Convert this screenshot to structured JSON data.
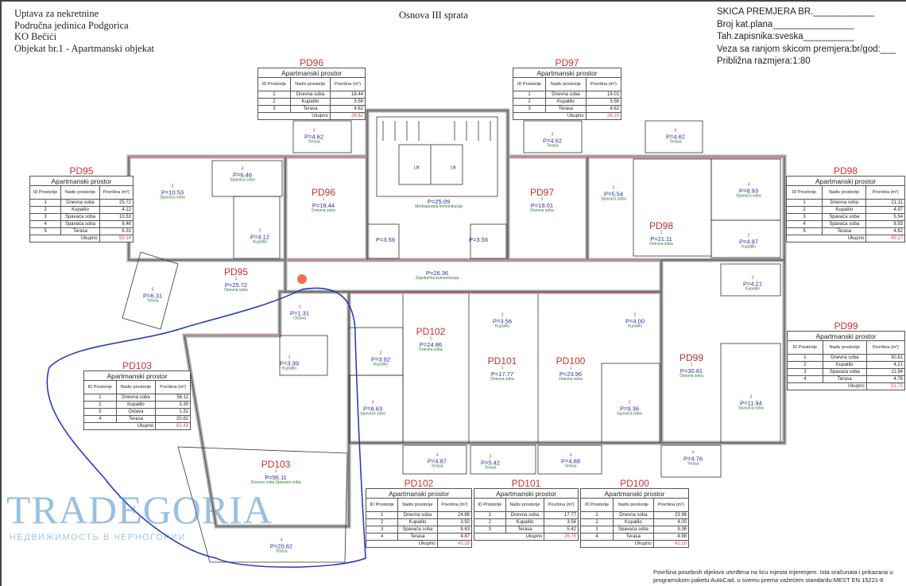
{
  "header_left": [
    "Uptava za nekretnine",
    "Područna jedinica Podgorica",
    "KO Bečići",
    "Objekat br.1 - Apartmanski objekat"
  ],
  "header_center": "Osnova III sprata",
  "header_right": [
    "SKICA PREMJERA BR.____________",
    "Broj kat.plana________________",
    "Tah.zapisnika:sveska__________",
    "Veza sa ranjom skicom premjera:br/god:___",
    "Približna razmjera:1:80"
  ],
  "table_labels": {
    "subtitle": "Apartmanski prostor",
    "col_id": "ID Prostorije",
    "col_name": "Nadiv prostorije",
    "col_area": "Površina (m²)",
    "total": "Ukupno"
  },
  "tables": [
    {
      "title": "PD95",
      "rows": [
        [
          "1",
          "Dnevna soba",
          "25.72"
        ],
        [
          "2",
          "Kupatilo",
          "4.12"
        ],
        [
          "3",
          "Spavaća soba",
          "10.53"
        ],
        [
          "4",
          "Spavaća soba",
          "6.46"
        ],
        [
          "5",
          "Terasa",
          "6.31"
        ]
      ],
      "total": "53.14"
    },
    {
      "title": "PD96",
      "rows": [
        [
          "1",
          "Dnevna soba",
          "18.44"
        ],
        [
          "2",
          "Kupatilo",
          "3.56"
        ],
        [
          "3",
          "Terasa",
          "4.62"
        ]
      ],
      "total": "26.62"
    },
    {
      "title": "PD97",
      "rows": [
        [
          "1",
          "Dnevna soba",
          "18.01"
        ],
        [
          "2",
          "Kupatilo",
          "3.56"
        ],
        [
          "3",
          "Terasa",
          "4.62"
        ]
      ],
      "total": "26.19"
    },
    {
      "title": "PD98",
      "rows": [
        [
          "1",
          "Dnevna soba",
          "21.11"
        ],
        [
          "2",
          "Kupatilo",
          "4.97"
        ],
        [
          "3",
          "Spavaća soba",
          "5.54"
        ],
        [
          "4",
          "Spavaća soba",
          "8.93"
        ],
        [
          "5",
          "Terasa",
          "4.62"
        ]
      ],
      "total": "45.17"
    },
    {
      "title": "PD99",
      "rows": [
        [
          "1",
          "Dnevna soba",
          "30.81"
        ],
        [
          "2",
          "Kupatilo",
          "4.21"
        ],
        [
          "3",
          "Spavaća soba",
          "11.94"
        ],
        [
          "4",
          "Terasa",
          "4.76"
        ]
      ],
      "total": "51.72"
    },
    {
      "title": "PD103",
      "rows": [
        [
          "1",
          "Dnevna soba",
          "56.11"
        ],
        [
          "2",
          "Kupatilo",
          "3.39"
        ],
        [
          "3",
          "Ostava",
          "1.31"
        ],
        [
          "4",
          "Terasa",
          "20.62"
        ]
      ],
      "total": "81.43"
    },
    {
      "title": "PD102",
      "rows": [
        [
          "1",
          "Dnevna soba",
          "24.86"
        ],
        [
          "2",
          "Kupatilo",
          "3.92"
        ],
        [
          "3",
          "Spavaća soba",
          "8.63"
        ],
        [
          "4",
          "Terasa",
          "4.87"
        ]
      ],
      "total": "42.28"
    },
    {
      "title": "PD101",
      "rows": [
        [
          "1",
          "Dnevna soba",
          "17.77"
        ],
        [
          "2",
          "Kupatilo",
          "3.56"
        ],
        [
          "3",
          "Terasa",
          "5.42"
        ]
      ],
      "total": "26.75"
    },
    {
      "title": "PD100",
      "rows": [
        [
          "1",
          "Dnevna soba",
          "23.96"
        ],
        [
          "2",
          "Kupatilo",
          "4.00"
        ],
        [
          "3",
          "Spavaća soba",
          "9.36"
        ],
        [
          "4",
          "Terasa",
          "4.88"
        ]
      ],
      "total": "42.20"
    }
  ],
  "rooms": [
    {
      "apt": "PD96",
      "num": "1",
      "area": "P=18.44",
      "room": "Dnevna soba"
    },
    {
      "apt": "",
      "num": "3",
      "area": "P=4.62",
      "room": "Terasa"
    },
    {
      "apt": "",
      "num": "3",
      "area": "P=10.53",
      "room": "Spavaća soba"
    },
    {
      "apt": "",
      "num": "4",
      "area": "P=6.46",
      "room": "Spavaća soba"
    },
    {
      "apt": "",
      "num": "2",
      "area": "P=4.12",
      "room": "Kupatilo"
    },
    {
      "apt": "PD95",
      "num": "1",
      "area": "P=25.72",
      "room": "Dnevna soba"
    },
    {
      "apt": "",
      "num": "5",
      "area": "P=6.31",
      "room": "Terasa"
    },
    {
      "apt": "",
      "num": "",
      "area": "P=25.09",
      "room": "Međuspratna komunikacija"
    },
    {
      "apt": "",
      "num": "",
      "area": "P=3.56",
      "room": ""
    },
    {
      "apt": "",
      "num": "",
      "area": "P=3.56",
      "room": ""
    },
    {
      "apt": "",
      "num": "",
      "area": "P=26.36",
      "room": "Zajednička komunikacija"
    },
    {
      "apt": "PD97",
      "num": "1",
      "area": "P=18.01",
      "room": "Dnevna soba"
    },
    {
      "apt": "",
      "num": "3",
      "area": "P=4.62",
      "room": "Terasa"
    },
    {
      "apt": "",
      "num": "3",
      "area": "P=5.54",
      "room": "Spavaća soba"
    },
    {
      "apt": "PD98",
      "num": "1",
      "area": "P=21.11",
      "room": "Dnevna soba"
    },
    {
      "apt": "",
      "num": "4",
      "area": "P=8.93",
      "room": "Spavaća soba"
    },
    {
      "apt": "",
      "num": "2",
      "area": "P=4.97",
      "room": "Kupatilo"
    },
    {
      "apt": "",
      "num": "5",
      "area": "P=4.62",
      "room": "Terasa"
    },
    {
      "apt": "",
      "num": "2",
      "area": "P=4.21",
      "room": "Kupatilo"
    },
    {
      "apt": "PD99",
      "num": "1",
      "area": "P=30.81",
      "room": "Dnevna soba"
    },
    {
      "apt": "",
      "num": "3",
      "area": "P=11.94",
      "room": "Spavaća soba"
    },
    {
      "apt": "",
      "num": "4",
      "area": "P=4.76",
      "room": "Terasa"
    },
    {
      "apt": "",
      "num": "2",
      "area": "P=4.00",
      "room": "Kupatilo"
    },
    {
      "apt": "PD100",
      "num": "1",
      "area": "P=23.96",
      "room": "Dnevna soba"
    },
    {
      "apt": "",
      "num": "3",
      "area": "P=9.36",
      "room": "Spavaća soba"
    },
    {
      "apt": "",
      "num": "4",
      "area": "P=4.88",
      "room": "Terasa"
    },
    {
      "apt": "",
      "num": "2",
      "area": "P=3.56",
      "room": "Kupatilo"
    },
    {
      "apt": "PD101",
      "num": "1",
      "area": "P=17.77",
      "room": "Dnevna soba"
    },
    {
      "apt": "",
      "num": "3",
      "area": "P=5.42",
      "room": "Terasa"
    },
    {
      "apt": "PD102",
      "num": "1",
      "area": "P=24.86",
      "room": "Dnevna soba"
    },
    {
      "apt": "",
      "num": "2",
      "area": "P=3.92",
      "room": "Kupatilo"
    },
    {
      "apt": "",
      "num": "3",
      "area": "P=8.63",
      "room": "Spavaća soba"
    },
    {
      "apt": "",
      "num": "4",
      "area": "P=4.87",
      "room": "Terasa"
    },
    {
      "apt": "",
      "num": "3",
      "area": "P=1.31",
      "room": "Ostava"
    },
    {
      "apt": "",
      "num": "2",
      "area": "P=3.39",
      "room": "Kupatilo"
    },
    {
      "apt": "PD103",
      "num": "1",
      "area": "P=56.11",
      "room": "Dnevna soba Spavaća soba"
    },
    {
      "apt": "",
      "num": "4",
      "area": "P=20.62",
      "room": "Terasa"
    }
  ],
  "lift_labels": [
    "Lift",
    "Lift"
  ],
  "watermark": {
    "brand": "TRADEGORIA",
    "tagline": "НЕДВИЖИМОСТЬ В ЧЕРНОГОРИИ"
  },
  "footer": "Površina posebnih dijelova utvrđena na licu mjesta mjerenjem. Ista sračunata i prikazana u programskom paketu AutoCad, u svemu prema važećem standardu:MEST EN 15221-6"
}
